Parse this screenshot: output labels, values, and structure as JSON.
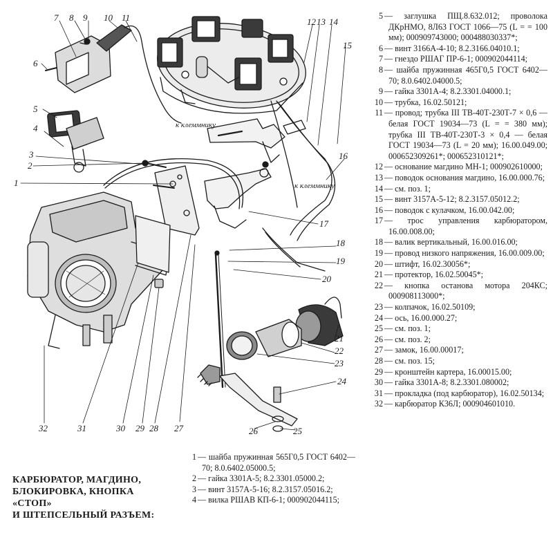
{
  "diagram": {
    "callouts": [
      "1",
      "2",
      "3",
      "4",
      "5",
      "6",
      "7",
      "8",
      "9",
      "10",
      "11",
      "12",
      "13",
      "14",
      "15",
      "16",
      "17",
      "18",
      "19",
      "20",
      "21",
      "22",
      "23",
      "24",
      "25",
      "26",
      "27",
      "28",
      "29",
      "30",
      "31",
      "32"
    ],
    "wire_labels": [
      "к клеммнику",
      "к клеммнику"
    ]
  },
  "caption": {
    "lines": [
      "Карбюратор, магдино,",
      "блокировка, кнопка «стоп»",
      "и штепсельный разъем:"
    ]
  },
  "legend_bottom": [
    {
      "num": "1",
      "text": "шайба пружинная 565Г0,5 ГОСТ 6402—70; 8.0.6402.05000.5;"
    },
    {
      "num": "2",
      "text": "гайка 3301А-5; 8.2.3301.05000.2;"
    },
    {
      "num": "3",
      "text": "винт 3157А-5-16; 8.2.3157.05016.2;"
    },
    {
      "num": "4",
      "text": "вилка РШАВ КП-6-1; 000902044115;"
    }
  ],
  "legend_right": [
    {
      "num": "5",
      "text": "заглушка ПЩ.8.632.012; проволока ДКрНМО, 8Л63 ГОСТ 1066—75 (L = = 100 мм); 000909743000; 000488030337*;"
    },
    {
      "num": "6",
      "text": "винт 3166А-4-10; 8.2.3166.04010.1;"
    },
    {
      "num": "7",
      "text": "гнездо РШАГ ПР-6-1; 000902044114;"
    },
    {
      "num": "8",
      "text": "шайба пружинная 465Г0,5 ГОСТ 6402—70; 8.0.6402.04000.5;"
    },
    {
      "num": "9",
      "text": "гайка 3301А-4; 8.2.3301.04000.1;"
    },
    {
      "num": "10",
      "text": "трубка, 16.02.50121;"
    },
    {
      "num": "11",
      "text": "провод; трубка III ТВ-40Т-230Т-7 × 0,6 — белая ГОСТ 19034—73 (L = = 380 мм); трубка III ТВ-40Т-230Т-3 × 0,4 — белая ГОСТ 19034—73 (L = 20 мм); 16.00.049.00; 000652309261*; 000652310121*;"
    },
    {
      "num": "12",
      "text": "основание магдино МН-1; 000902610000;"
    },
    {
      "num": "13",
      "text": "поводок основания магдино, 16.00.000.76;"
    },
    {
      "num": "14",
      "text": "см. поз. 1;"
    },
    {
      "num": "15",
      "text": "винт 3157А-5-12; 8.2.3157.05012.2;"
    },
    {
      "num": "16",
      "text": "поводок с кулачком, 16.00.042.00;"
    },
    {
      "num": "17",
      "text": "трос управления карбюратором, 16.00.008.00;"
    },
    {
      "num": "18",
      "text": "валик вертикальный, 16.00.016.00;"
    },
    {
      "num": "19",
      "text": "провод низкого напряжения, 16.00.009.00;"
    },
    {
      "num": "20",
      "text": "штифт, 16.02.30056*;"
    },
    {
      "num": "21",
      "text": "протектор, 16.02.50045*;"
    },
    {
      "num": "22",
      "text": "кнопка останова мотора 204КС; 000908113000*;"
    },
    {
      "num": "23",
      "text": "колпачок, 16.02.50109;"
    },
    {
      "num": "24",
      "text": "ось, 16.00.000.27;"
    },
    {
      "num": "25",
      "text": "см. поз. 1;"
    },
    {
      "num": "26",
      "text": "см. поз. 2;"
    },
    {
      "num": "27",
      "text": "замок, 16.00.00017;"
    },
    {
      "num": "28",
      "text": "см. поз. 15;"
    },
    {
      "num": "29",
      "text": "кронштейн картера, 16.00015.00;"
    },
    {
      "num": "30",
      "text": "гайка 3301А-8; 8.2.3301.080002;"
    },
    {
      "num": "31",
      "text": "прокладка (под карбюратор), 16.02.50134;"
    },
    {
      "num": "32",
      "text": "карбюратор К36Л; 000904601010."
    }
  ]
}
